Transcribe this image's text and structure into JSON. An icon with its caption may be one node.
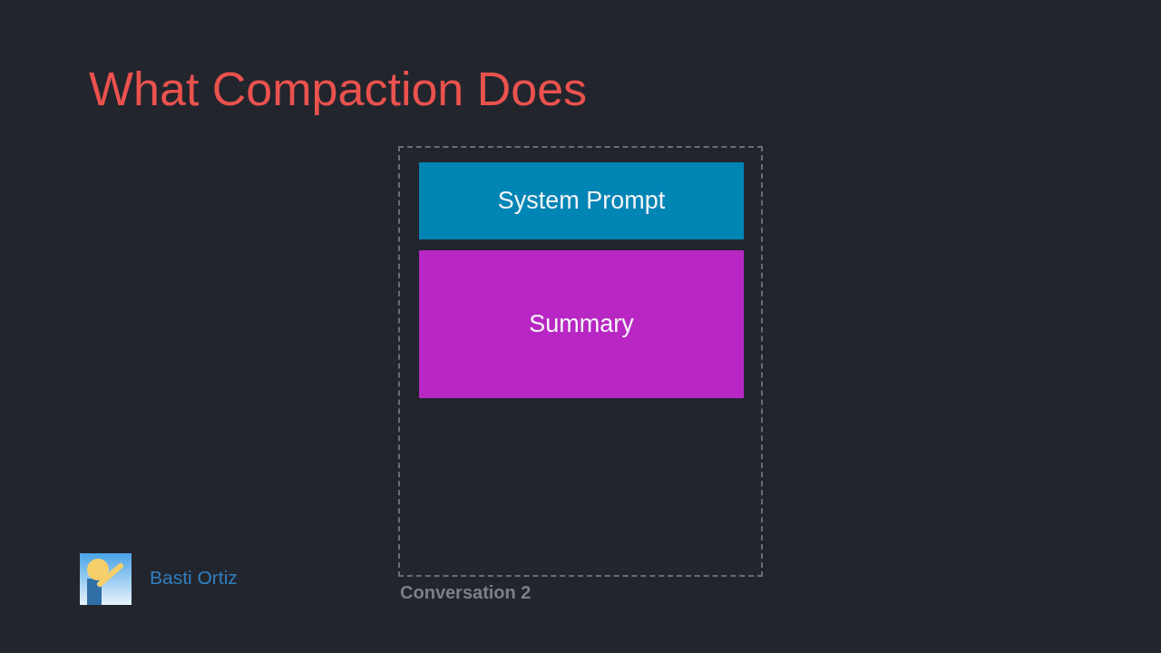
{
  "diagram": {
    "title": "What Compaction Does",
    "nodes": [
      {
        "text": [
          "Conversation 2"
        ]
      },
      {
        "text": [
          "System Prompt"
        ],
        "in": 0
      },
      {
        "text": [
          "Summary"
        ],
        "in": 0
      }
    ],
    "labels": [
      "Basti Ortiz"
    ]
  }
}
